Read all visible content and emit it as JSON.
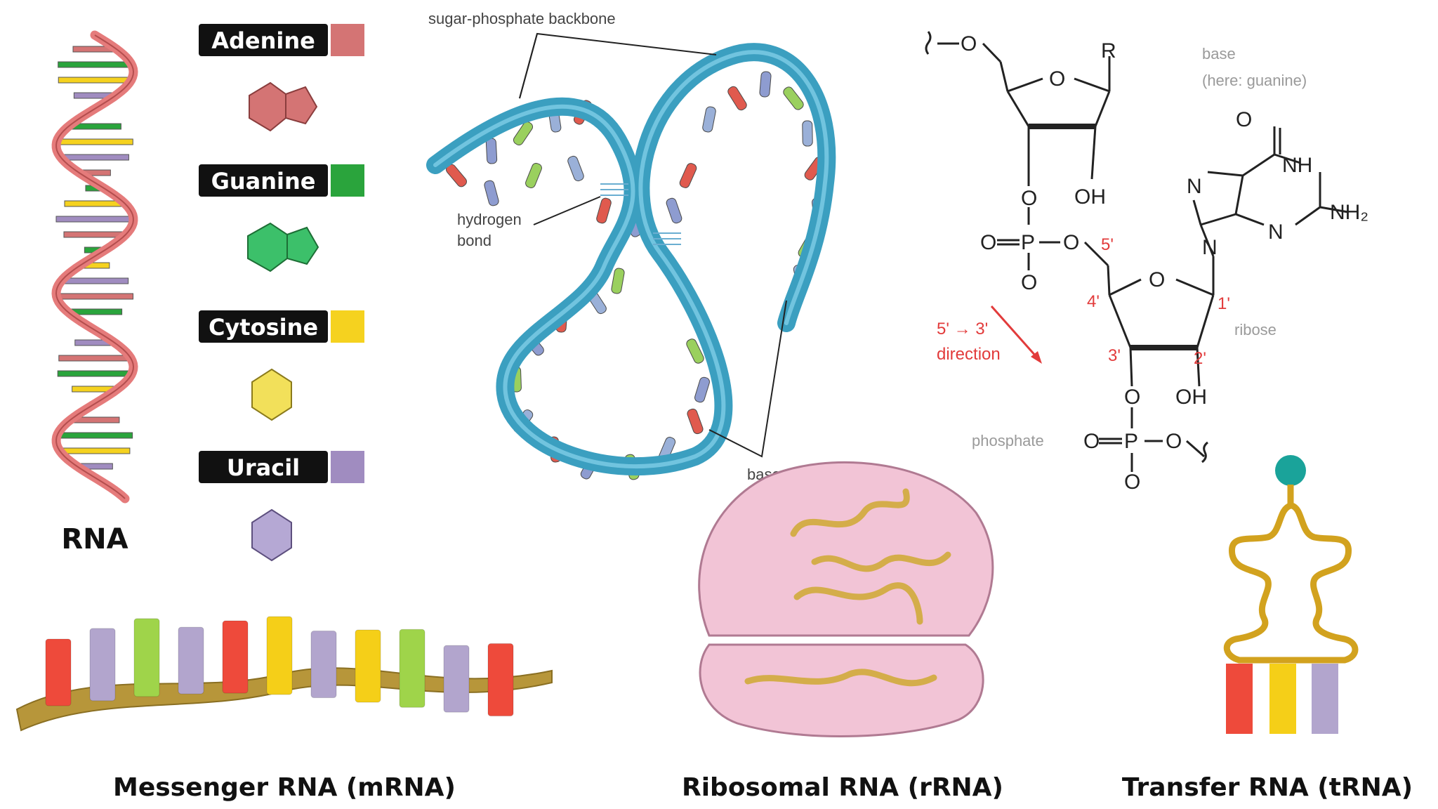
{
  "rna_label": "RNA",
  "bases": [
    {
      "name": "Adenine",
      "color": "#d47474"
    },
    {
      "name": "Guanine",
      "color": "#2aa43c"
    },
    {
      "name": "Cytosine",
      "color": "#f5d21f"
    },
    {
      "name": "Uracil",
      "color": "#a08cc0"
    }
  ],
  "ribbon_annotations": {
    "backbone": "sugar-phosphate backbone",
    "hydrogen_1": "hydrogen",
    "hydrogen_2": "bond",
    "bases": "bases"
  },
  "structure": {
    "R": "R",
    "base_1": "base",
    "base_2": "(here: guanine)",
    "ring_O1": "O",
    "ring_O2": "O",
    "OH_top": "OH",
    "OH_bottom": "OH",
    "O_link": "O",
    "O_top_left": "O",
    "O_eq": "O",
    "P1": "P",
    "O_bond": "O",
    "O_minus_1": "O",
    "P2": "P",
    "O_eq2": "O",
    "O_link2": "O",
    "O_above_P2": "O",
    "O_minus_2": "O",
    "carbonyl_O": "O",
    "NH": "NH",
    "NH2": "NH₂",
    "N_a": "N",
    "N_b": "N",
    "N_c": "N",
    "pos_5": "5'",
    "pos_4": "4'",
    "pos_3": "3'",
    "pos_2": "2'",
    "pos_1": "1'",
    "ribose": "ribose",
    "phosphate": "phosphate",
    "direction_1": "5' → 3'",
    "direction_2": "direction"
  },
  "rna_types": {
    "mrna": "Messenger RNA (mRNA)",
    "rrna": "Ribosomal RNA (rRNA)",
    "trna": "Transfer RNA (tRNA)"
  },
  "colors": {
    "backbone_ribbon": "#3b9fc0",
    "helix_strand": "#e57b7b",
    "ribosome": "#f2c4d6",
    "rrna_strand": "#d4ad4a",
    "trna_strand": "#d2a21e",
    "trna_head": "#1aa39a",
    "red": "#ee4a3b",
    "yellow": "#f5cf18",
    "green": "#9fd44a",
    "purple": "#b2a5cd"
  }
}
